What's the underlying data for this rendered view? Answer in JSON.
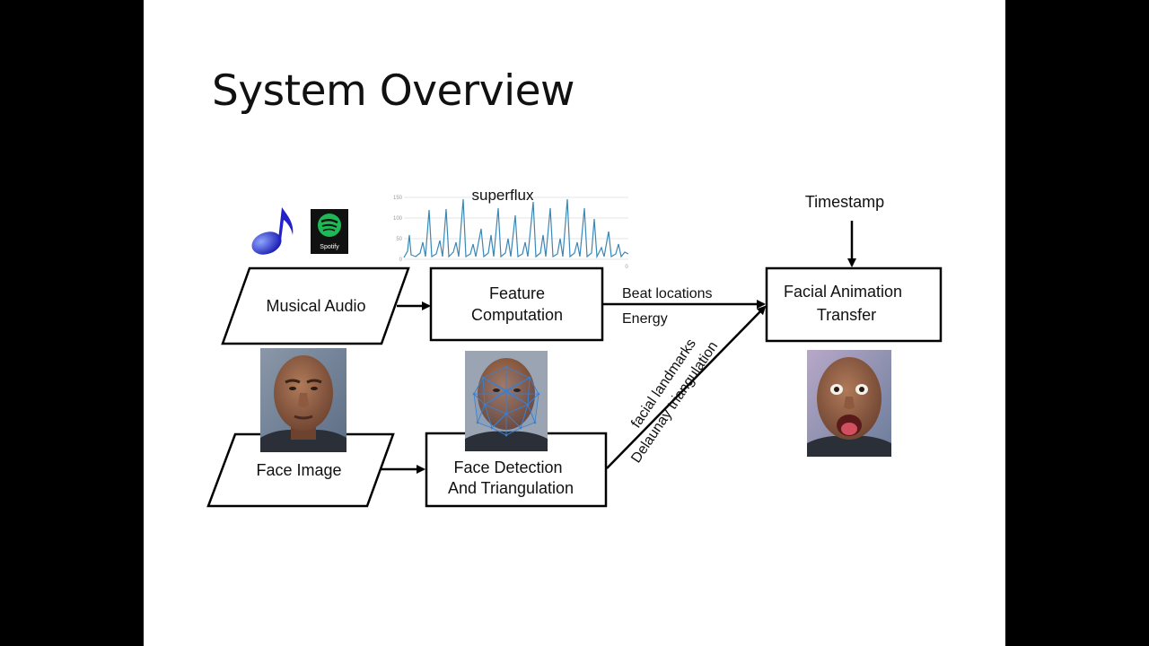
{
  "slide": {
    "title": "System Overview"
  },
  "nodes": {
    "musical_audio": "Musical Audio",
    "face_image": "Face Image",
    "feature_computation": [
      "Feature",
      "Computation"
    ],
    "face_detection": [
      "Face Detection",
      "And Triangulation"
    ],
    "facial_animation": [
      "Facial Animation",
      "Transfer"
    ]
  },
  "edge_labels": {
    "beat_locations": "Beat locations",
    "energy": "Energy",
    "facial_landmarks": "facial landmarks",
    "delaunay": "Delaunay triangulation",
    "timestamp": "Timestamp"
  },
  "superflux": {
    "label": "superflux",
    "y_ticks": [
      "150",
      "100",
      "50",
      "0"
    ],
    "x_tick": "0"
  },
  "icons": {
    "spotify_text": "Spotify"
  },
  "colors": {
    "music_note": "#2222cc",
    "spotify_green": "#1db954",
    "plot_line": "#3a87b4",
    "mesh": "#3a7fd0"
  }
}
